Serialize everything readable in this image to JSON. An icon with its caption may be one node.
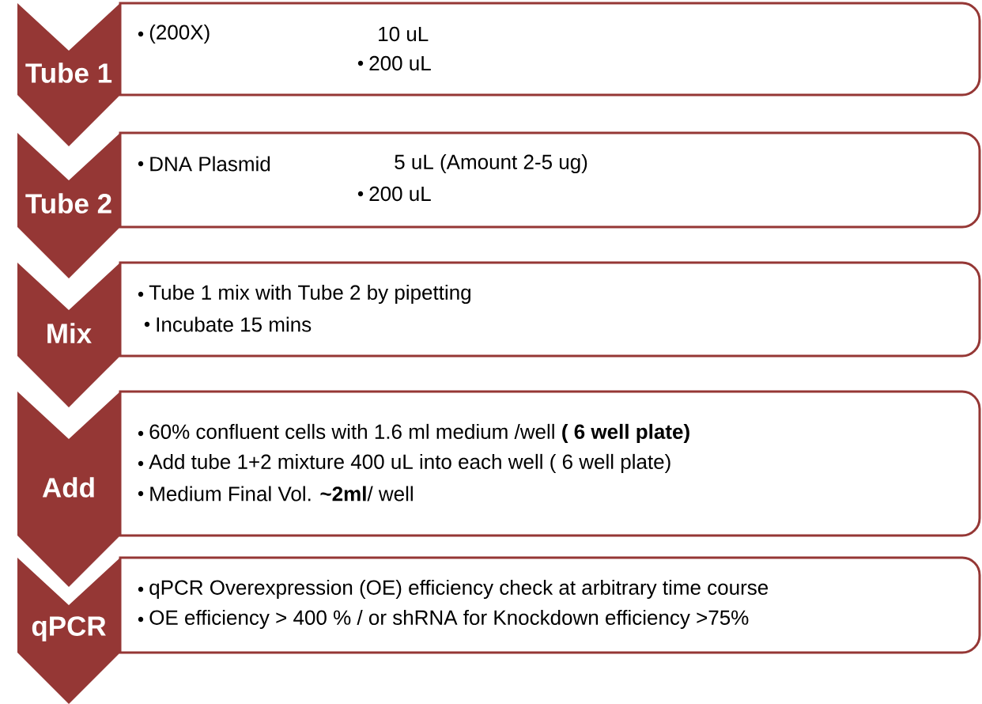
{
  "diagram": {
    "nodes": [
      {
        "text": [
          "Tube 1"
        ]
      },
      {
        "text": [
          "(200X)",
          "10 uL",
          "200 uL"
        ]
      },
      {
        "text": [
          "Tube 2"
        ]
      },
      {
        "text": [
          "DNA Plasmid",
          "5 uL (Amount 2-5 ug)",
          "200 uL"
        ]
      },
      {
        "text": [
          "Mix"
        ]
      },
      {
        "text": [
          "Tube 1 mix with Tube 2 by pipetting",
          "Incubate 15 mins"
        ]
      },
      {
        "text": [
          "Add"
        ]
      },
      {
        "text": [
          "60% confluent cells with 1.6 ml medium /well **( 6 well plate)**",
          "Add tube 1+2 mixture 400 uL into each well  ( 6 well plate)",
          "Medium Final Vol.  **~2ml**/ well"
        ]
      },
      {
        "text": [
          "qPCR"
        ]
      },
      {
        "text": [
          "qPCR Overexpression (OE) efficiency check at arbitrary time course",
          "OE efficiency > 400 % / or shRNA for Knockdown efficiency >75%"
        ]
      }
    ]
  }
}
